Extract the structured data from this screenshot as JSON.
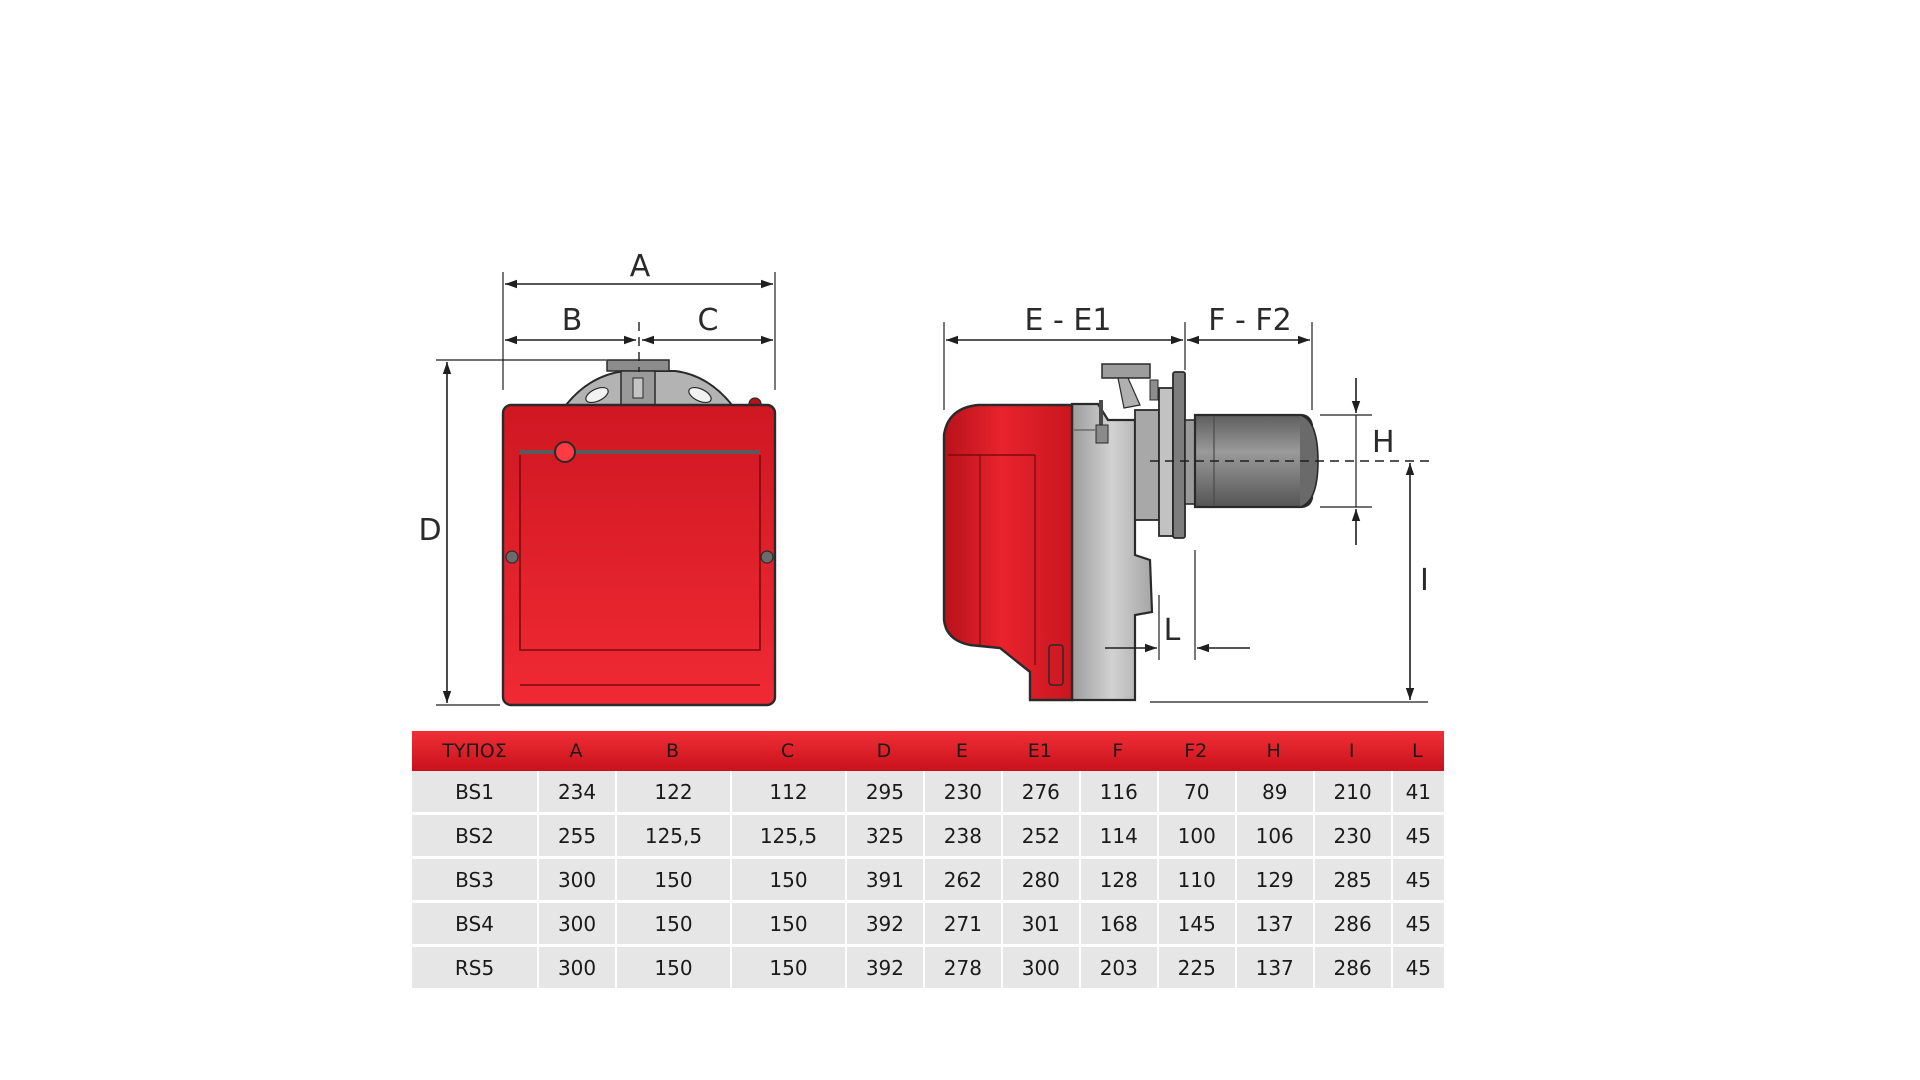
{
  "labels": {
    "a": "A",
    "b": "B",
    "c": "C",
    "d": "D",
    "e_e1": "E - E1",
    "f_f2": "F - F2",
    "h": "H",
    "i": "I",
    "l": "L"
  },
  "colors": {
    "burner_red": "#e0202a",
    "burner_red_dark": "#b8121a",
    "housing_gray": "#b9b9b9",
    "tube_gray": "#767676",
    "table_header": "#d8161f",
    "table_row": "#e6e6e6"
  },
  "table": {
    "headers": [
      "ΤΥΠΟΣ",
      "A",
      "B",
      "C",
      "D",
      "E",
      "E1",
      "F",
      "F2",
      "H",
      "I",
      "L"
    ],
    "rows": [
      [
        "BS1",
        "234",
        "122",
        "112",
        "295",
        "230",
        "276",
        "116",
        "70",
        "89",
        "210",
        "41"
      ],
      [
        "BS2",
        "255",
        "125,5",
        "125,5",
        "325",
        "238",
        "252",
        "114",
        "100",
        "106",
        "230",
        "45"
      ],
      [
        "BS3",
        "300",
        "150",
        "150",
        "391",
        "262",
        "280",
        "128",
        "110",
        "129",
        "285",
        "45"
      ],
      [
        "BS4",
        "300",
        "150",
        "150",
        "392",
        "271",
        "301",
        "168",
        "145",
        "137",
        "286",
        "45"
      ],
      [
        "RS5",
        "300",
        "150",
        "150",
        "392",
        "278",
        "300",
        "203",
        "225",
        "137",
        "286",
        "45"
      ]
    ]
  }
}
